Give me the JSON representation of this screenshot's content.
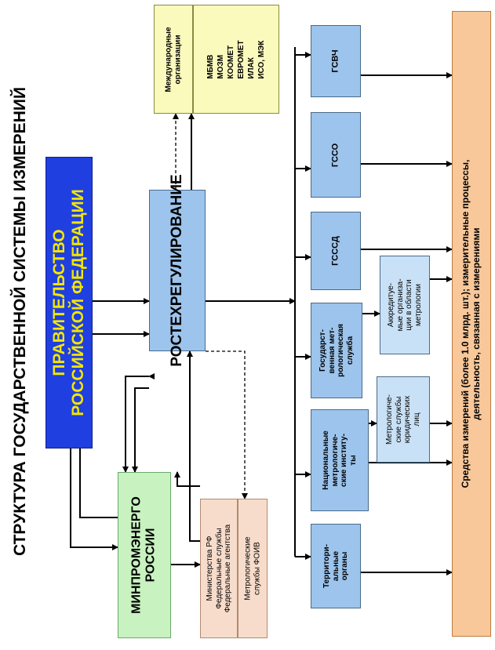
{
  "title": "СТРУКТУРА ГОСУДАРСТВЕННОЙ СИСТЕМЫ ИЗМЕРЕНИЙ",
  "government": {
    "line1": "ПРАВИТЕЛЬСТВО",
    "line2": "РОССИЙСКОЙ ФЕДЕРАЦИИ"
  },
  "rosstandart": "РОСТЕХРЕГУЛИРОВАНИЕ",
  "minpromenergo": {
    "line1": "МИНПРОМЭНЕРГО",
    "line2": "РОССИИ"
  },
  "ministries": {
    "line1": "Министерства РФ",
    "line2": "Федеральные службы",
    "line3": "Федеральные агентства"
  },
  "foiv_services": {
    "line1": "Метрологические",
    "line2": "службы ФОИВ"
  },
  "international": {
    "header_line1": "Международные",
    "header_line2": "организации",
    "list": [
      "МБМВ",
      "МОЗМ",
      "КООМЕТ",
      "ЕВРОМЕТ",
      "ИЛАК",
      "ИСО, МЭК"
    ]
  },
  "gsvch": "ГСВЧ",
  "gsso": "ГССО",
  "gsssd": "ГСССД",
  "state_metrology_service": {
    "line1": "Государст-",
    "line2": "венная мет-",
    "line3": "рологическая",
    "line4": "служба"
  },
  "accredited_orgs": {
    "line1": "Аккредитуе-",
    "line2": "мые организа-",
    "line3": "ции в области",
    "line4": "метрологии"
  },
  "legal_entity_services": {
    "line1": "Метрологиче-",
    "line2": "ские службы",
    "line3": "юридических",
    "line4": "лиц"
  },
  "national_institutes": {
    "line1": "Национальные",
    "line2": "метрологиче-",
    "line3": "ские институ-",
    "line4": "ты"
  },
  "territorial_bodies": {
    "line1": "Территори-",
    "line2": "альные",
    "line3": "органы"
  },
  "measurement_means": {
    "line1": "Средства измерений (более 1.0 млрд. шт.); измерительные процессы,",
    "line2": "деятельность, связанная с измерениями"
  }
}
